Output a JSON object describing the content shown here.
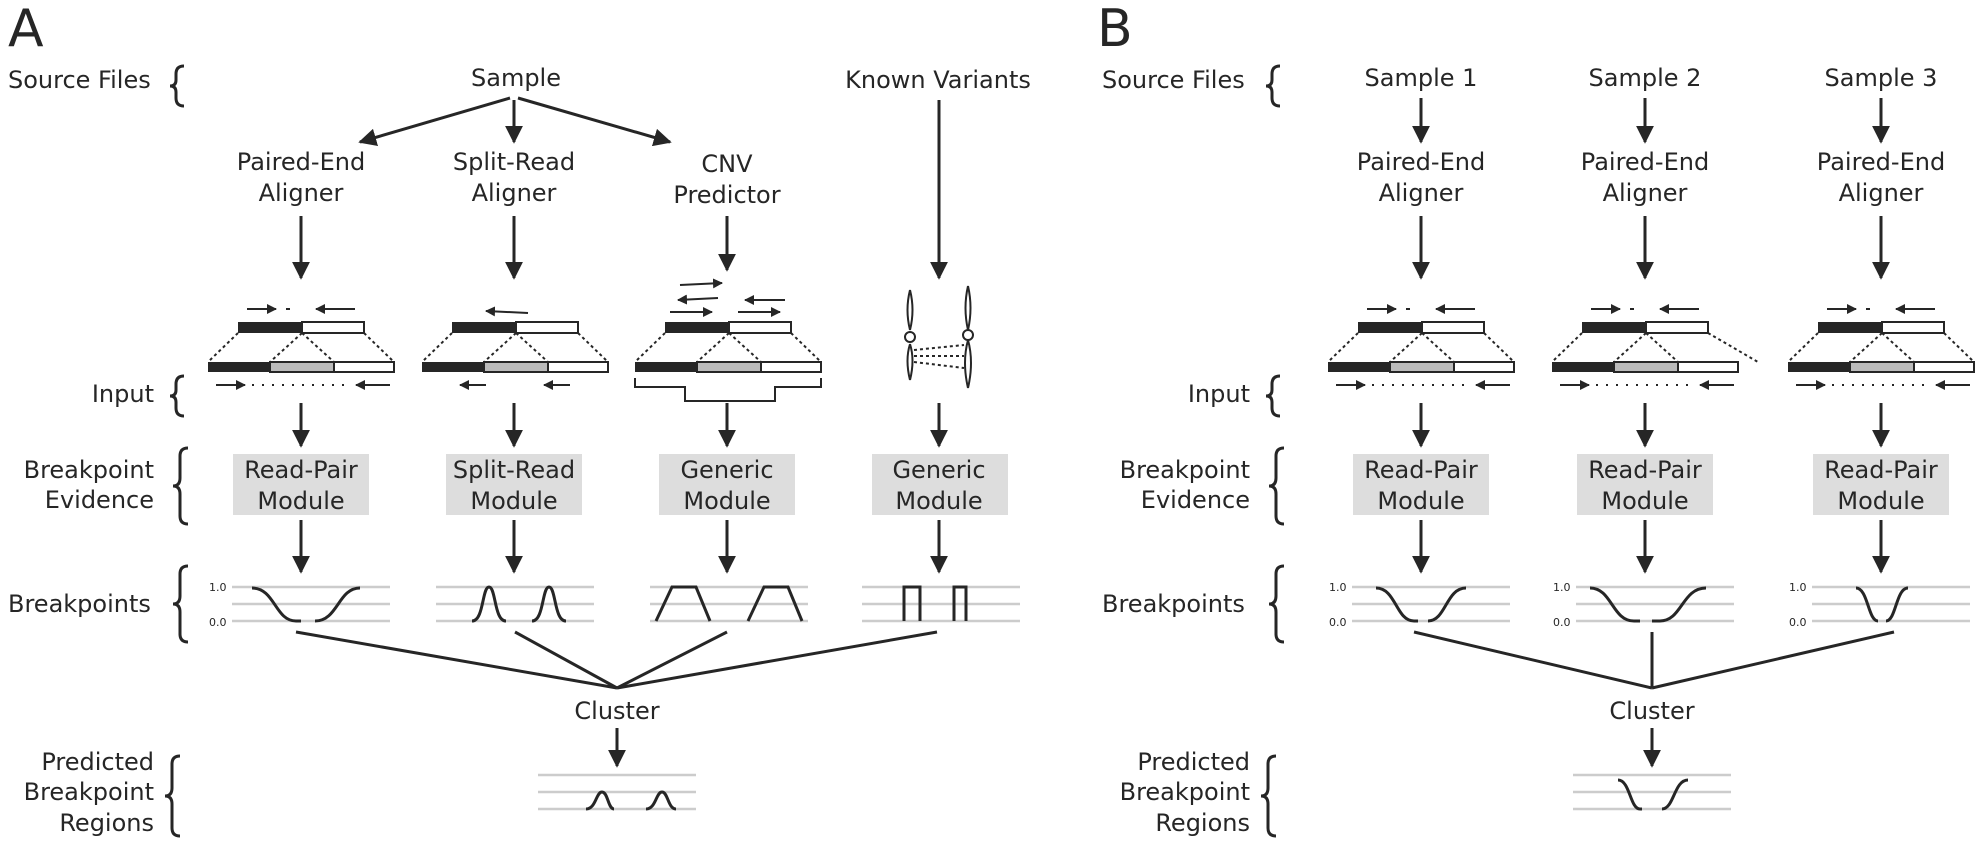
{
  "panels": {
    "a": "A",
    "b": "B"
  },
  "rows": {
    "source_files": "Source Files",
    "input": "Input",
    "evidence_1": "Breakpoint",
    "evidence_2": "Evidence",
    "breakpoints": "Breakpoints",
    "predicted_1": "Predicted",
    "predicted_2": "Breakpoint",
    "predicted_3": "Regions"
  },
  "panel_a": {
    "sample": "Sample",
    "known_variants": "Known Variants",
    "tool1_1": "Paired-End",
    "tool1_2": "Aligner",
    "tool2_1": "Split-Read",
    "tool2_2": "Aligner",
    "tool3_1": "CNV",
    "tool3_2": "Predictor",
    "mod1_1": "Read-Pair",
    "mod1_2": "Module",
    "mod2_1": "Split-Read",
    "mod2_2": "Module",
    "mod3_1": "Generic",
    "mod3_2": "Module",
    "mod4_1": "Generic",
    "mod4_2": "Module",
    "cluster": "Cluster"
  },
  "panel_b": {
    "sample1": "Sample 1",
    "sample2": "Sample 2",
    "sample3": "Sample 3",
    "tool_1": "Paired-End",
    "tool_2": "Aligner",
    "mod_1": "Read-Pair",
    "mod_2": "Module",
    "cluster": "Cluster"
  },
  "axis": {
    "top": "1.0",
    "bottom": "0.0"
  },
  "colors": {
    "ink": "#262626",
    "module_box": "#dddddd",
    "grid": "#cccccc",
    "gray_seg": "#bbbbbb"
  }
}
